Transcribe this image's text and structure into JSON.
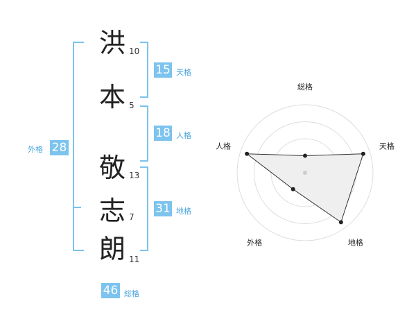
{
  "name": {
    "chars": [
      {
        "char": "洪",
        "strokes": "10"
      },
      {
        "char": "本",
        "strokes": "5"
      },
      {
        "char": "敬",
        "strokes": "13"
      },
      {
        "char": "志",
        "strokes": "7"
      },
      {
        "char": "朗",
        "strokes": "11"
      }
    ]
  },
  "fortune": {
    "tenkaku": {
      "value": "15",
      "label": "天格"
    },
    "jinkaku": {
      "value": "18",
      "label": "人格"
    },
    "chikaku": {
      "value": "31",
      "label": "地格"
    },
    "gaikaku": {
      "value": "28",
      "label": "外格"
    },
    "soukaku": {
      "value": "46",
      "label": "総格"
    }
  },
  "colors": {
    "accent": "#7cc3ee",
    "label": "#4aa6e0",
    "radar_fill": "#efefef",
    "grid": "#dddddd"
  },
  "chart_data": {
    "type": "radar",
    "axes": [
      "総格",
      "天格",
      "地格",
      "外格",
      "人格"
    ],
    "values": [
      0.25,
      0.9,
      0.9,
      0.3,
      0.9
    ],
    "range": [
      0,
      1
    ],
    "rings": 4,
    "grid": true
  }
}
